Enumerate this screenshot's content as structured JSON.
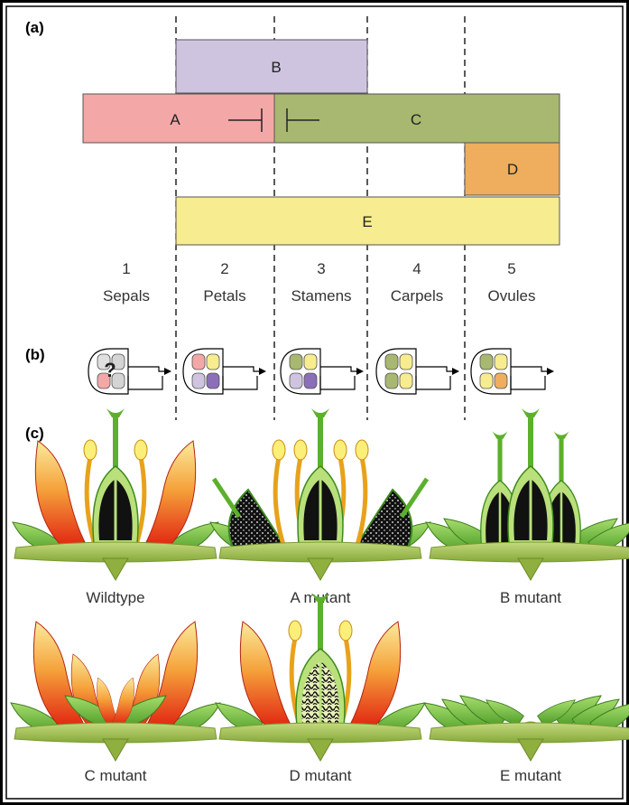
{
  "panel_labels": {
    "a": "(a)",
    "b": "(b)",
    "c": "(c)"
  },
  "boxes": {
    "A": {
      "label": "A",
      "color": "#f4a7a7"
    },
    "B": {
      "label": "B",
      "color": "#cfc4e0"
    },
    "C": {
      "label": "C",
      "color": "#a8b870"
    },
    "D": {
      "label": "D",
      "color": "#eeae5e"
    },
    "E": {
      "label": "E",
      "color": "#f7ec8f"
    }
  },
  "whorls": [
    {
      "number": "1",
      "name": "Sepals"
    },
    {
      "number": "2",
      "name": "Petals"
    },
    {
      "number": "3",
      "name": "Stamens"
    },
    {
      "number": "4",
      "name": "Carpels"
    },
    {
      "number": "5",
      "name": "Ovules"
    }
  ],
  "flowers": [
    {
      "label": "Wildtype",
      "icon": "wildtype-flower-icon"
    },
    {
      "label": "A mutant",
      "icon": "a-mutant-flower-icon"
    },
    {
      "label": "B mutant",
      "icon": "b-mutant-flower-icon"
    },
    {
      "label": "C mutant",
      "icon": "c-mutant-flower-icon"
    },
    {
      "label": "D mutant",
      "icon": "d-mutant-flower-icon"
    },
    {
      "label": "E mutant",
      "icon": "e-mutant-flower-icon"
    }
  ],
  "colors": {
    "frame": "#000000",
    "receptacle": "#9bbd4a",
    "leaf_green": "#6fbf3a",
    "petal_red": "#e23a1e",
    "petal_yellow": "#f8e27a",
    "stamen_orange": "#e8a21a",
    "ovary_black": "#111111"
  }
}
